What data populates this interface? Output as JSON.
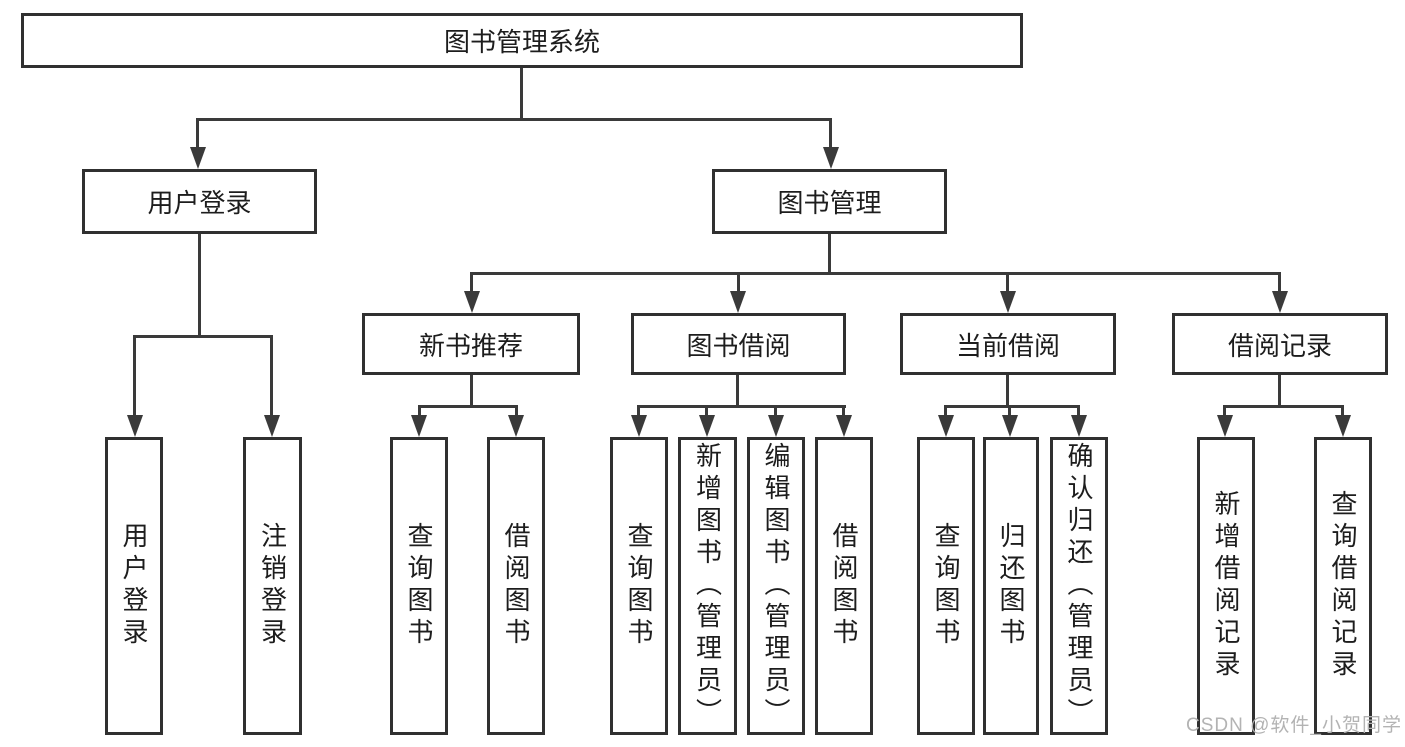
{
  "diagram": {
    "type": "hierarchy-tree",
    "tree": {
      "label": "图书管理系统",
      "children": [
        {
          "label": "用户登录",
          "children": [
            {
              "label": "用户登录"
            },
            {
              "label": "注销登录"
            }
          ]
        },
        {
          "label": "图书管理",
          "children": [
            {
              "label": "新书推荐",
              "children": [
                {
                  "label": "查询图书"
                },
                {
                  "label": "借阅图书"
                }
              ]
            },
            {
              "label": "图书借阅",
              "children": [
                {
                  "label": "查询图书"
                },
                {
                  "label": "新增图书（管理员）"
                },
                {
                  "label": "编辑图书（管理员）"
                },
                {
                  "label": "借阅图书"
                }
              ]
            },
            {
              "label": "当前借阅",
              "children": [
                {
                  "label": "查询图书"
                },
                {
                  "label": "归还图书"
                },
                {
                  "label": "确认归还（管理员）"
                }
              ]
            },
            {
              "label": "借阅记录",
              "children": [
                {
                  "label": "新增借阅记录"
                },
                {
                  "label": "查询借阅记录"
                }
              ]
            }
          ]
        }
      ]
    }
  },
  "watermark": {
    "text": "CSDN @软件_小贺同学"
  },
  "colors": {
    "line": "#3a3a3a",
    "box_border": "#303030",
    "text": "#1d1d1d",
    "watermark": "#b3b3b3",
    "background": "#ffffff"
  }
}
